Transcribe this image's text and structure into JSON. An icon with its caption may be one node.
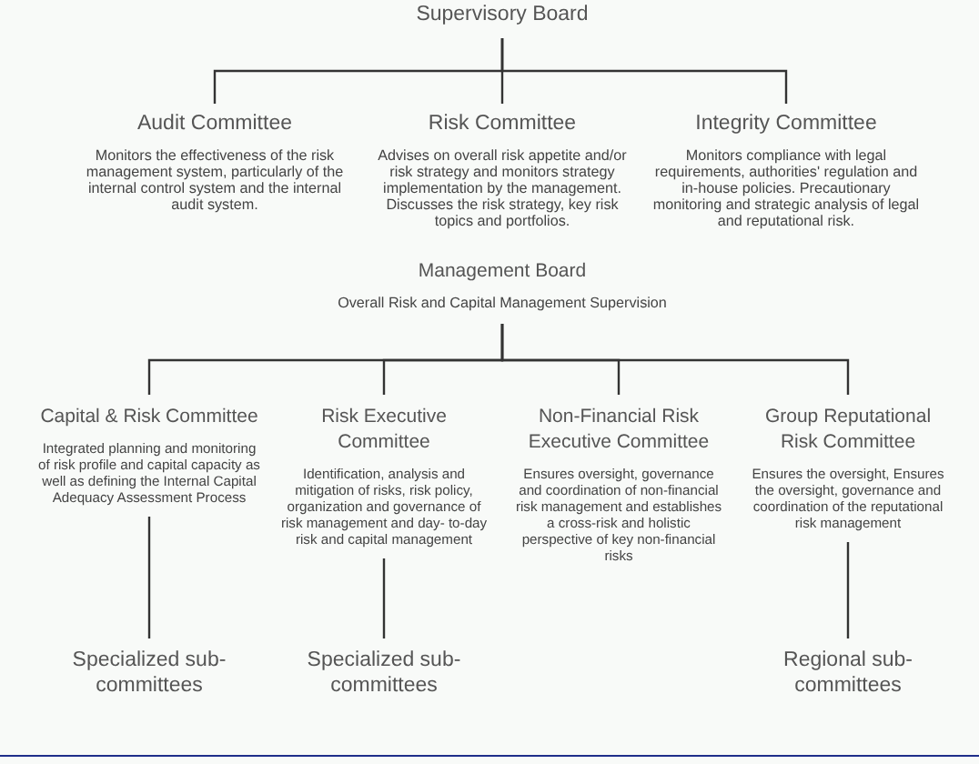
{
  "diagram": {
    "nodes": [
      {
        "text": [
          "Supervisory Board"
        ]
      },
      {
        "text": [
          "Audit Committee",
          "Monitors the effectiveness of the risk management system, particularly of the internal control system and the internal audit system."
        ]
      },
      {
        "text": [
          "Risk Committee",
          "Advises on overall risk appetite and/or risk strategy and monitors strategy implementation by the management. Discusses the risk strategy, key risk topics and portfolios."
        ]
      },
      {
        "text": [
          "Integrity Committee",
          "Monitors compliance with legal requirements, authorities' regulation and in-house policies. Precautionary monitoring and strategic analysis of legal and reputational risk."
        ]
      },
      {
        "text": [
          "Management Board",
          "Overall Risk and Capital Management Supervision"
        ]
      },
      {
        "text": [
          "Capital & Risk Committee",
          "Integrated planning and monitoring of risk profile and capital capacity as well as defining the Internal Capital Adequacy Assessment Process"
        ]
      },
      {
        "text": [
          "Risk Executive Committee",
          "Identification, analysis and mitigation of risks, risk policy, organization and governance of risk management and day- to-day risk and capital management"
        ]
      },
      {
        "text": [
          "Non-Financial Risk Executive Committee",
          "Ensures oversight, governance and coordination of non-financial risk management and establishes a cross-risk and holistic perspective of key non-financial risks"
        ]
      },
      {
        "text": [
          "Group Reputational Risk Committee",
          "Ensures the oversight, Ensures the oversight, governance and coordination of the reputational risk management"
        ]
      },
      {
        "text": [
          "Specialized sub-committees"
        ]
      },
      {
        "text": [
          "Specialized sub-committees"
        ]
      },
      {
        "text": [
          "Regional sub-committees"
        ]
      }
    ],
    "edges": [
      {
        "from": 0,
        "to": 1,
        "arrow": "none"
      },
      {
        "from": 0,
        "to": 2,
        "arrow": "none"
      },
      {
        "from": 0,
        "to": 3,
        "arrow": "none"
      },
      {
        "from": 4,
        "to": 5,
        "arrow": "none"
      },
      {
        "from": 4,
        "to": 6,
        "arrow": "none"
      },
      {
        "from": 4,
        "to": 7,
        "arrow": "none"
      },
      {
        "from": 4,
        "to": 8,
        "arrow": "none"
      },
      {
        "from": 5,
        "to": 9,
        "arrow": "none"
      },
      {
        "from": 6,
        "to": 10,
        "arrow": "none"
      },
      {
        "from": 8,
        "to": 11,
        "arrow": "none"
      }
    ]
  }
}
